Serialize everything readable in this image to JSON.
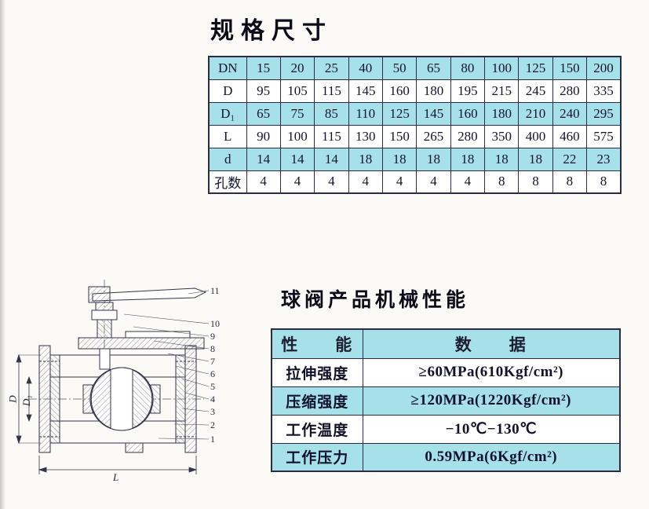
{
  "titles": {
    "spec": "规格尺寸",
    "performance": "球阀产品机械性能"
  },
  "colors": {
    "row_highlight": "#a6e0e9",
    "paper": "#fbfaf6",
    "ink": "#1d1d33"
  },
  "spec_table": {
    "rows": [
      {
        "label": "DN",
        "values": [
          "15",
          "20",
          "25",
          "40",
          "50",
          "65",
          "80",
          "100",
          "125",
          "150",
          "200"
        ],
        "highlight": true
      },
      {
        "label": "D",
        "values": [
          "95",
          "105",
          "115",
          "145",
          "160",
          "180",
          "195",
          "215",
          "245",
          "280",
          "335"
        ],
        "highlight": false
      },
      {
        "label": "D₁",
        "values": [
          "65",
          "75",
          "85",
          "110",
          "125",
          "145",
          "160",
          "180",
          "210",
          "240",
          "295"
        ],
        "highlight": true
      },
      {
        "label": "L",
        "values": [
          "90",
          "100",
          "115",
          "130",
          "150",
          "265",
          "280",
          "350",
          "400",
          "460",
          "575"
        ],
        "highlight": false
      },
      {
        "label": "d",
        "values": [
          "14",
          "14",
          "14",
          "18",
          "18",
          "18",
          "18",
          "18",
          "18",
          "22",
          "23"
        ],
        "highlight": true
      },
      {
        "label": "孔数",
        "values": [
          "4",
          "4",
          "4",
          "4",
          "4",
          "4",
          "4",
          "8",
          "8",
          "8",
          "8"
        ],
        "highlight": false
      }
    ]
  },
  "performance_table": {
    "header": {
      "property": "性　　能",
      "data": "数　　据"
    },
    "rows": [
      {
        "label": "拉伸强度",
        "value": "≥60MPa(610Kgf/cm²)",
        "highlight": false
      },
      {
        "label": "压缩强度",
        "value": "≥120MPa(1220Kgf/cm²)",
        "highlight": true
      },
      {
        "label": "工作温度",
        "value": "−10℃−130℃",
        "highlight": false
      },
      {
        "label": "工作压力",
        "value": "0.59MPa(6Kgf/cm²)",
        "highlight": true
      }
    ]
  },
  "drawing": {
    "callouts": [
      "11",
      "10",
      "9",
      "8",
      "7",
      "6",
      "5",
      "4",
      "3",
      "2",
      "1"
    ],
    "dimensions": {
      "length": "L",
      "outer": "D",
      "inner": "D₁"
    }
  }
}
